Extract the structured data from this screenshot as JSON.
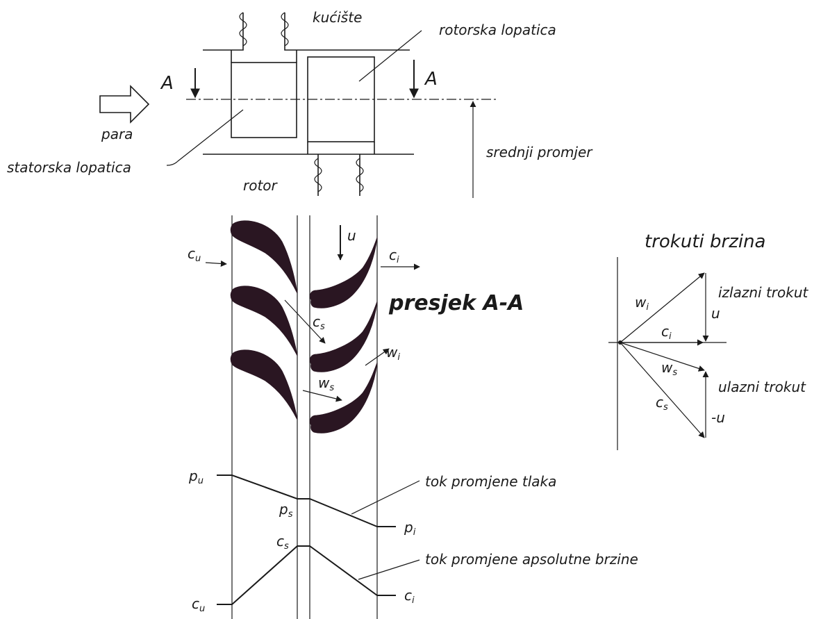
{
  "labels": {
    "kuciste": "kućište",
    "rotorska_lopatica": "rotorska lopatica",
    "section_letter": "A",
    "para": "para",
    "statorska_lopatica": "statorska lopatica",
    "rotor": "rotor",
    "srednji_promjer": "srednji promjer",
    "presjek": "presjek A-A",
    "trokuti_brzina": "trokuti brzina",
    "izlazni_trokut": "izlazni trokut",
    "ulazni_trokut": "ulazni trokut",
    "tok_tlaka": "tok promjene tlaka",
    "tok_brzine": "tok promjene apsolutne brzine"
  },
  "symbols": {
    "c": "c",
    "w": "w",
    "p": "p",
    "u": "u",
    "neg_u": "-u",
    "sub_u": "u",
    "sub_i": "i",
    "sub_s": "s"
  }
}
